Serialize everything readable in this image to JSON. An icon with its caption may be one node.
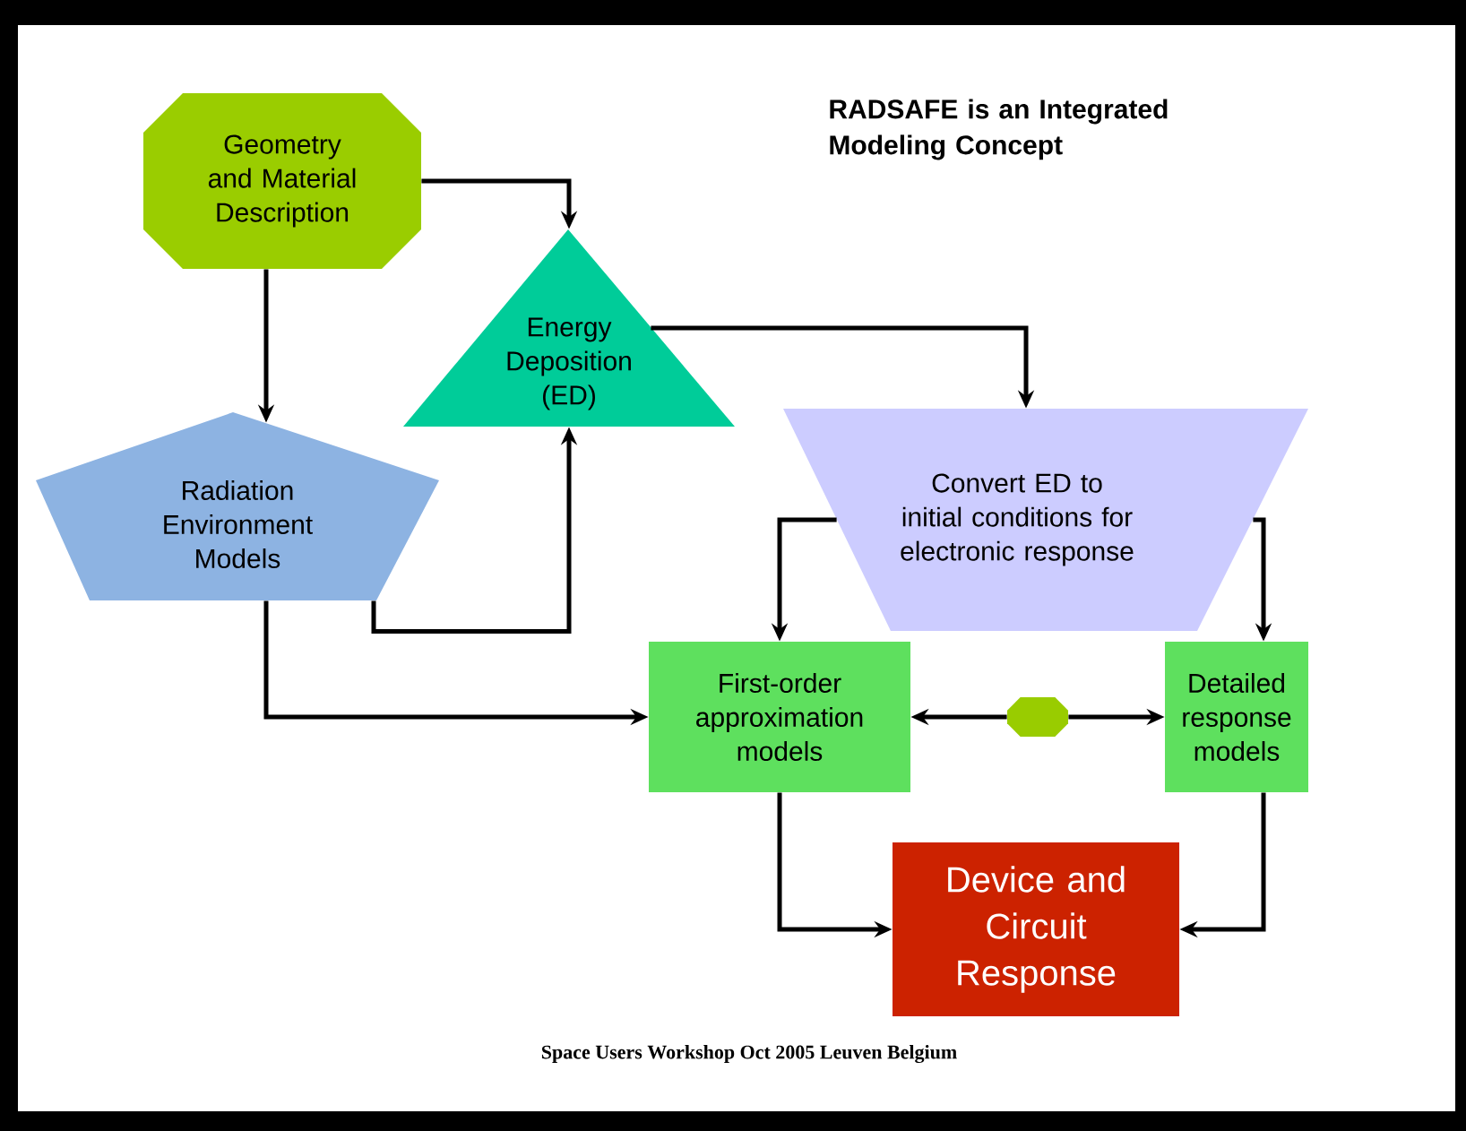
{
  "diagram": {
    "title": "RADSAFE is an Integrated Modeling Concept",
    "caption": "Space Users Workshop Oct 2005 Leuven Belgium",
    "nodes": [
      {
        "text": [
          "Geometry and Material Description"
        ]
      },
      {
        "text": [
          "Energy Deposition (ED)"
        ]
      },
      {
        "text": [
          "Radiation Environment Models"
        ]
      },
      {
        "text": [
          "Convert ED to initial conditions for electronic response"
        ]
      },
      {
        "text": [
          "First-order approximation models"
        ]
      },
      {
        "text": [],
        "shape": "octagon"
      },
      {
        "text": [
          "Detailed response models"
        ]
      },
      {
        "text": [
          "Device and Circuit Response"
        ]
      }
    ],
    "edges": [
      {
        "from": 0,
        "to": 1,
        "arrow": "to"
      },
      {
        "from": 0,
        "to": 2,
        "arrow": "to"
      },
      {
        "from": 2,
        "to": 1,
        "arrow": "to"
      },
      {
        "from": 1,
        "to": 3,
        "arrow": "to"
      },
      {
        "from": 3,
        "to": 4,
        "arrow": "to"
      },
      {
        "from": 3,
        "to": 6,
        "arrow": "to"
      },
      {
        "from": 2,
        "to": 4,
        "arrow": "to"
      },
      {
        "from": 5,
        "to": 4,
        "arrow": "to"
      },
      {
        "from": 5,
        "to": 6,
        "arrow": "to"
      },
      {
        "from": 4,
        "to": 7,
        "arrow": "to"
      },
      {
        "from": 6,
        "to": 7,
        "arrow": "to"
      }
    ]
  }
}
